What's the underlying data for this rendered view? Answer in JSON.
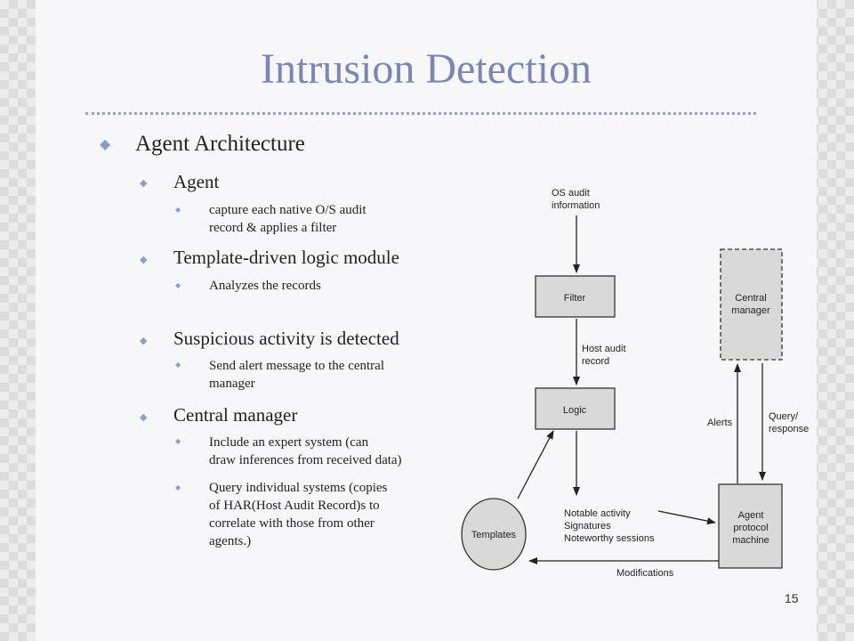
{
  "title": "Intrusion Detection",
  "bullets": {
    "main": "Agent Architecture",
    "agent": "Agent",
    "agent_sub": [
      "capture each native O/S audit",
      "record & applies a filter"
    ],
    "template": "Template-driven logic module",
    "template_sub": "Analyzes the records",
    "suspicious": "Suspicious activity is detected",
    "suspicious_sub": [
      "Send alert message to the central",
      "manager"
    ],
    "central": "Central manager",
    "central_sub1": [
      "Include an expert system (can",
      "draw inferences from received data)"
    ],
    "central_sub2": [
      "Query individual systems (copies",
      "of HAR(Host Audit Record)s to",
      "correlate with those from other",
      "agents.)"
    ]
  },
  "diagram": {
    "os_audit": [
      "OS audit",
      "information"
    ],
    "filter": "Filter",
    "host_audit": [
      "Host audit",
      "record"
    ],
    "logic": "Logic",
    "templates": "Templates",
    "notable": [
      "Notable activity",
      "Signatures",
      "Noteworthy sessions"
    ],
    "modifications": "Modifications",
    "central_manager": [
      "Central",
      "manager"
    ],
    "alerts": "Alerts",
    "query": [
      "Query/",
      "response"
    ],
    "agent_protocol": [
      "Agent",
      "protocol",
      "machine"
    ]
  },
  "page_number": "15",
  "colors": {
    "title": "#7b86b4",
    "bullet": "#8f9cc6",
    "box_fill": "#d9d9d9"
  }
}
